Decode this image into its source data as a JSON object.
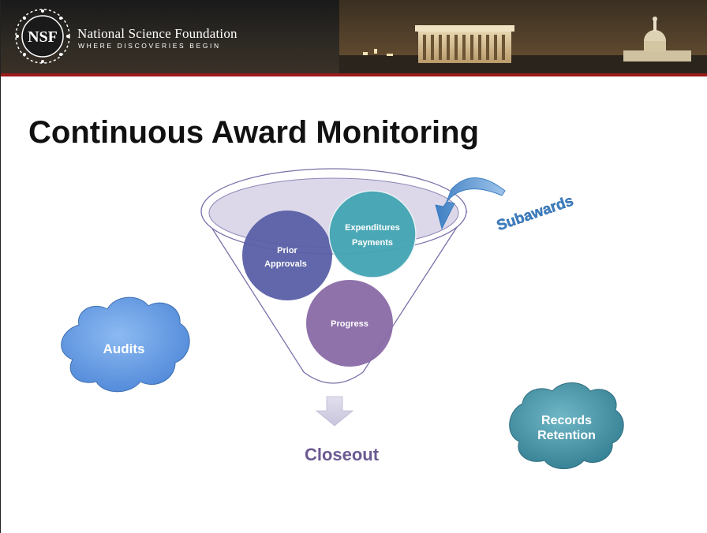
{
  "header": {
    "org_name": "National Science Foundation",
    "org_tagline": "WHERE DISCOVERIES BEGIN",
    "logo_text": "NSF"
  },
  "slide": {
    "title": "Continuous Award Monitoring"
  },
  "diagram": {
    "circles": {
      "prior_line1": "Prior",
      "prior_line2": "Approvals",
      "expend_line1": "Expenditures",
      "expend_line2": "Payments",
      "progress": "Progress"
    },
    "subawards": "Subawards",
    "closeout": "Closeout",
    "audits": "Audits",
    "records_line1": "Records",
    "records_line2": "Retention"
  },
  "colors": {
    "header_rule": "#9b1b1b",
    "prior_circle": "#5a5fa6",
    "expend_circle": "#46a6b4",
    "progress_circle": "#8a6aa6",
    "subawards_text": "#3d7fc1",
    "closeout_text": "#6c5a92",
    "audits_cloud": "#6a9fe2",
    "records_cloud": "#4b9aab"
  }
}
